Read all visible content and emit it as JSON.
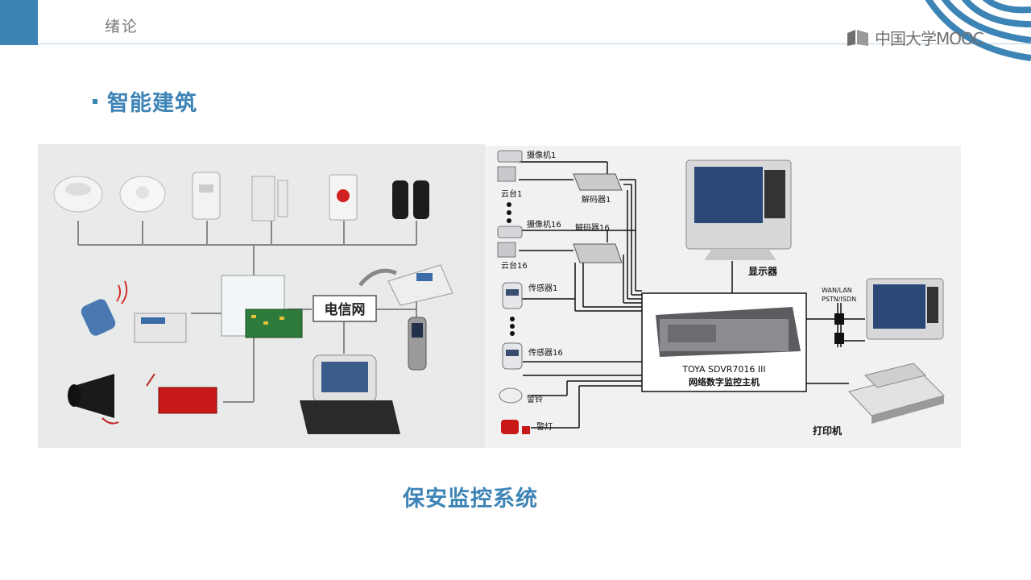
{
  "header": {
    "section_title": "绪论",
    "logo_text": "中国大学MOOC"
  },
  "slide": {
    "bullet_title": "智能建筑",
    "caption": "保安监控系统"
  },
  "left_diagram": {
    "network_label": "电信网"
  },
  "right_diagram": {
    "camera1": "摄像机1",
    "ptz1": "云台1",
    "decoder1": "解码器1",
    "camera16": "摄像机16",
    "decoder16": "解码器16",
    "ptz16": "云台16",
    "sensor1": "传感器1",
    "sensor16": "传感器16",
    "alarm_bell": "警铃",
    "alarm_light": "警灯",
    "display": "显示器",
    "wan_lan": "WAN/LAN",
    "pstn_isdn": "PSTN/ISDN",
    "host_model": "TOYA SDVR7016 III",
    "host_name": "网络数字监控主机",
    "printer": "打印机"
  },
  "colors": {
    "accent": "#3d84b6",
    "header_text": "#777777"
  }
}
